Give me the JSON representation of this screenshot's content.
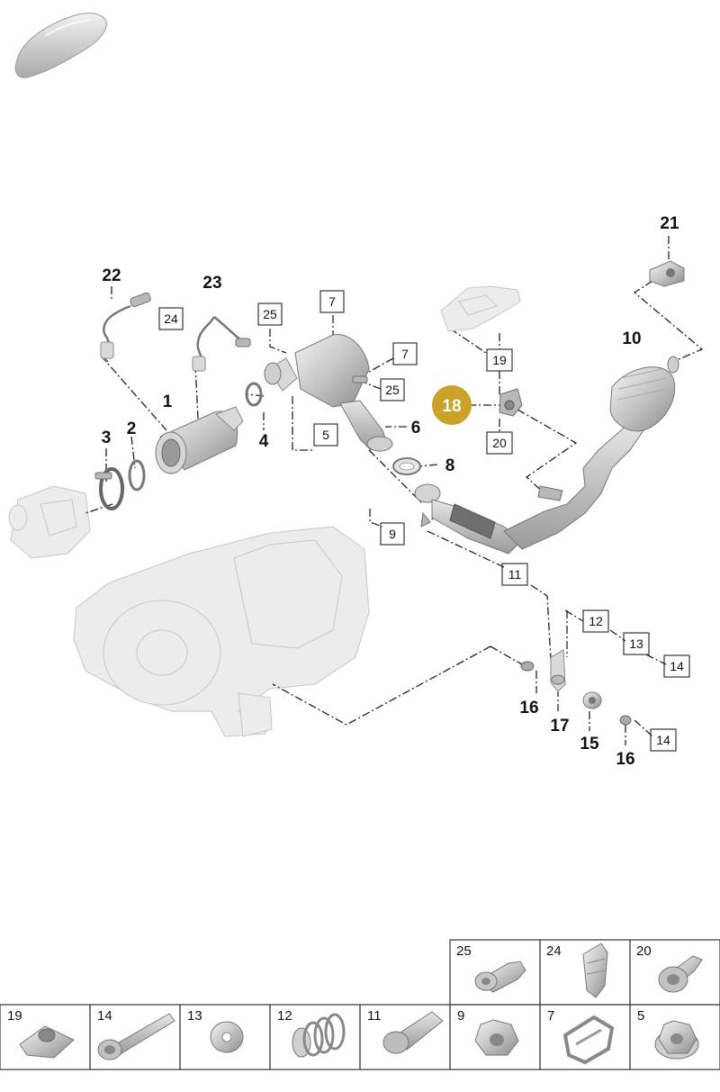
{
  "diagram": {
    "highlight_color": "#c9a227",
    "callouts": [
      {
        "id": "c22",
        "text": "22",
        "style": "bold"
      },
      {
        "id": "c23",
        "text": "23",
        "style": "bold"
      },
      {
        "id": "c24",
        "text": "24",
        "style": "box"
      },
      {
        "id": "c25a",
        "text": "25",
        "style": "box"
      },
      {
        "id": "c7a",
        "text": "7",
        "style": "box"
      },
      {
        "id": "c7b",
        "text": "7",
        "style": "box"
      },
      {
        "id": "c25b",
        "text": "25",
        "style": "box"
      },
      {
        "id": "c19",
        "text": "19",
        "style": "box"
      },
      {
        "id": "c18",
        "text": "18",
        "style": "highlight"
      },
      {
        "id": "c20",
        "text": "20",
        "style": "box"
      },
      {
        "id": "c21",
        "text": "21",
        "style": "bold"
      },
      {
        "id": "c10",
        "text": "10",
        "style": "bold"
      },
      {
        "id": "c1",
        "text": "1",
        "style": "bold"
      },
      {
        "id": "c2",
        "text": "2",
        "style": "bold"
      },
      {
        "id": "c3",
        "text": "3",
        "style": "bold"
      },
      {
        "id": "c4",
        "text": "4",
        "style": "bold"
      },
      {
        "id": "c5",
        "text": "5",
        "style": "box"
      },
      {
        "id": "c6",
        "text": "6",
        "style": "bold"
      },
      {
        "id": "c8",
        "text": "8",
        "style": "bold"
      },
      {
        "id": "c9",
        "text": "9",
        "style": "box"
      },
      {
        "id": "c11",
        "text": "11",
        "style": "box"
      },
      {
        "id": "c12",
        "text": "12",
        "style": "box"
      },
      {
        "id": "c13",
        "text": "13",
        "style": "box"
      },
      {
        "id": "c14a",
        "text": "14",
        "style": "box"
      },
      {
        "id": "c16a",
        "text": "16",
        "style": "bold"
      },
      {
        "id": "c17",
        "text": "17",
        "style": "bold"
      },
      {
        "id": "c15",
        "text": "15",
        "style": "bold"
      },
      {
        "id": "c14b",
        "text": "14",
        "style": "box"
      },
      {
        "id": "c16b",
        "text": "16",
        "style": "bold"
      }
    ]
  },
  "legend": {
    "top_row": [
      {
        "number": "25",
        "icon": "bolt-short-icon"
      },
      {
        "number": "24",
        "icon": "clip-icon"
      },
      {
        "number": "20",
        "icon": "bolt-hex-flange-icon"
      }
    ],
    "bottom_row": [
      {
        "number": "19",
        "icon": "speed-nut-icon"
      },
      {
        "number": "14",
        "icon": "bolt-long-icon"
      },
      {
        "number": "13",
        "icon": "washer-icon"
      },
      {
        "number": "12",
        "icon": "spring-icon"
      },
      {
        "number": "11",
        "icon": "stud-icon"
      },
      {
        "number": "9",
        "icon": "hex-nut-icon"
      },
      {
        "number": "7",
        "icon": "spring-clip-icon"
      },
      {
        "number": "5",
        "icon": "hex-nut-flange-icon"
      }
    ]
  }
}
